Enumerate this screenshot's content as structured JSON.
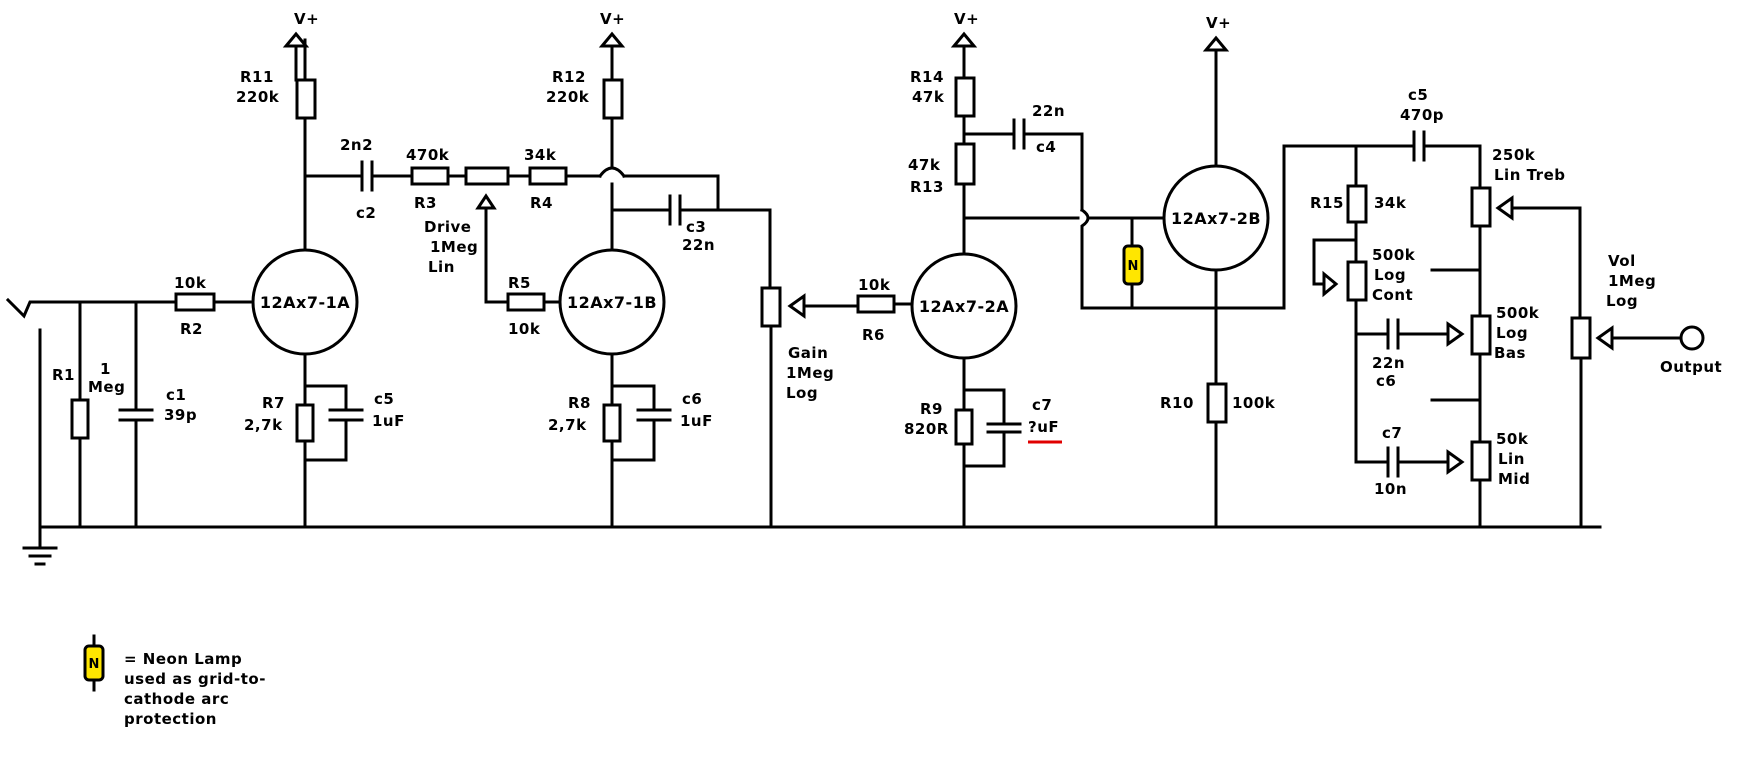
{
  "supply": {
    "vplus": "V+"
  },
  "inputs": {
    "output": "Output"
  },
  "tubes": {
    "v1a": "12Ax7-1A",
    "v1b": "12Ax7-1B",
    "v2a": "12Ax7-2A",
    "v2b": "12Ax7-2B"
  },
  "components": {
    "r1": "R1",
    "r1_val_a": "1",
    "r1_val_b": "Meg",
    "c1": "c1",
    "c1_val": "39p",
    "r2_val": "10k",
    "r2": "R2",
    "r11": "R11",
    "r11_val": "220k",
    "r7": "R7",
    "r7_val": "2,7k",
    "c5a": "c5",
    "c5a_val": "1uF",
    "c2_val": "2n2",
    "c2": "c2",
    "r3_val": "470k",
    "r3": "R3",
    "r4_val": "34k",
    "r4": "R4",
    "drive_a": "Drive",
    "drive_b": "1Meg",
    "drive_c": "Lin",
    "r5": "R5",
    "r5_val": "10k",
    "r12": "R12",
    "r12_val": "220k",
    "r8": "R8",
    "r8_val": "2,7k",
    "c6a": "c6",
    "c6a_val": "1uF",
    "c3": "c3",
    "c3_val": "22n",
    "gain_a": "Gain",
    "gain_b": "1Meg",
    "gain_c": "Log",
    "r6_val": "10k",
    "r6": "R6",
    "r14": "R14",
    "r14_val": "47k",
    "r13_val": "47k",
    "r13": "R13",
    "c4_val": "22n",
    "c4": "c4",
    "r9": "R9",
    "r9_val": "820R",
    "c7a": "c7",
    "c7a_val": "?uF",
    "r10": "R10",
    "r10_val": "100k",
    "c5b": "c5",
    "c5b_val": "470p",
    "r15": "R15",
    "r15_val": "34k",
    "cont_a": "500k",
    "cont_b": "Log",
    "cont_c": "Cont",
    "c6b_val": "22n",
    "c6b": "c6",
    "c7b": "c7",
    "c7b_val": "10n",
    "treb_a": "250k",
    "treb_b": "Lin Treb",
    "bas_a": "500k",
    "bas_b": "Log",
    "bas_c": "Bas",
    "mid_a": "50k",
    "mid_b": "Lin",
    "mid_c": "Mid",
    "vol_a": "Vol",
    "vol_b": "1Meg",
    "vol_c": "Log"
  },
  "neon": {
    "symbol": "N"
  },
  "legend": {
    "symbol": "N",
    "line1": "= Neon Lamp",
    "line2": "used as grid-to-",
    "line3": "cathode arc",
    "line4": "protection"
  },
  "colors": {
    "neon_fill": "#ffe600",
    "highlight_underline": "#e00000"
  }
}
